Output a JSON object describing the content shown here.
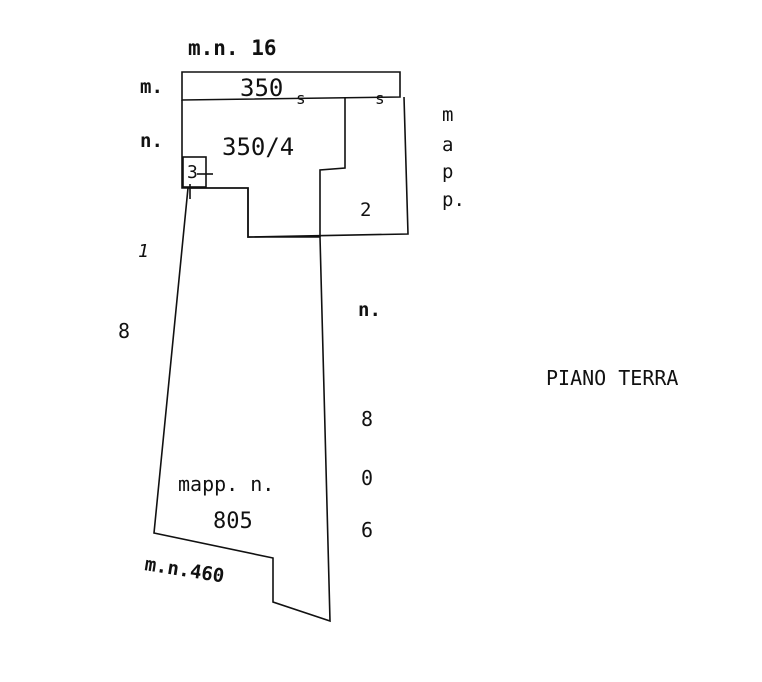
{
  "plan": {
    "title": "PIANO TERRA",
    "top_neighbor": "m.n. 16",
    "top_m": "m.",
    "top_n": "n.",
    "top_parcel": "350",
    "mark_s_1": "s",
    "mark_s_2": "s",
    "parcel_sub": "350/4",
    "small_room": "3",
    "room_2": "2",
    "right_vertical": [
      "m",
      "a",
      "p",
      "p."
    ],
    "left_vertical": [
      "1",
      "8"
    ],
    "middle_vertical": [
      "n.",
      "8",
      "0",
      "6"
    ],
    "main_parcel_line1": "mapp. n.",
    "main_parcel_line2": "805",
    "bottom_neighbor": "m.n.460"
  }
}
